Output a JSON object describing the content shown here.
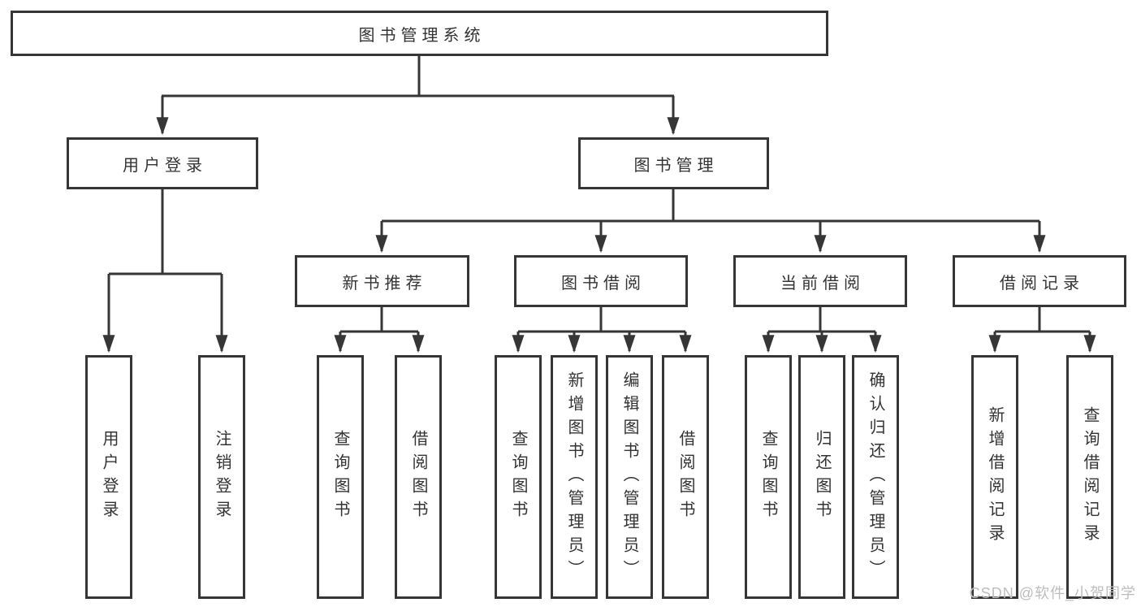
{
  "diagram": {
    "root": "图书管理系统",
    "level2": [
      "用户登录",
      "图书管理"
    ],
    "level3": [
      "新书推荐",
      "图书借阅",
      "当前借阅",
      "借阅记录"
    ],
    "leaves": {
      "user_login": [
        "用户登录",
        "注销登录"
      ],
      "new_book_recommend": [
        "查询图书",
        "借阅图书"
      ],
      "book_borrow": [
        "查询图书",
        "新增图书（管理员）",
        "编辑图书（管理员）",
        "借阅图书"
      ],
      "current_borrow": [
        "查询图书",
        "归还图书",
        "确认归还（管理员）"
      ],
      "borrow_records": [
        "新增借阅记录",
        "查询借阅记录"
      ]
    }
  },
  "watermark": "CSDN @软件_小贺同学",
  "colors": {
    "line": "#363636",
    "text": "#333333",
    "watermark": "#bdbdbd",
    "background": "#ffffff"
  }
}
